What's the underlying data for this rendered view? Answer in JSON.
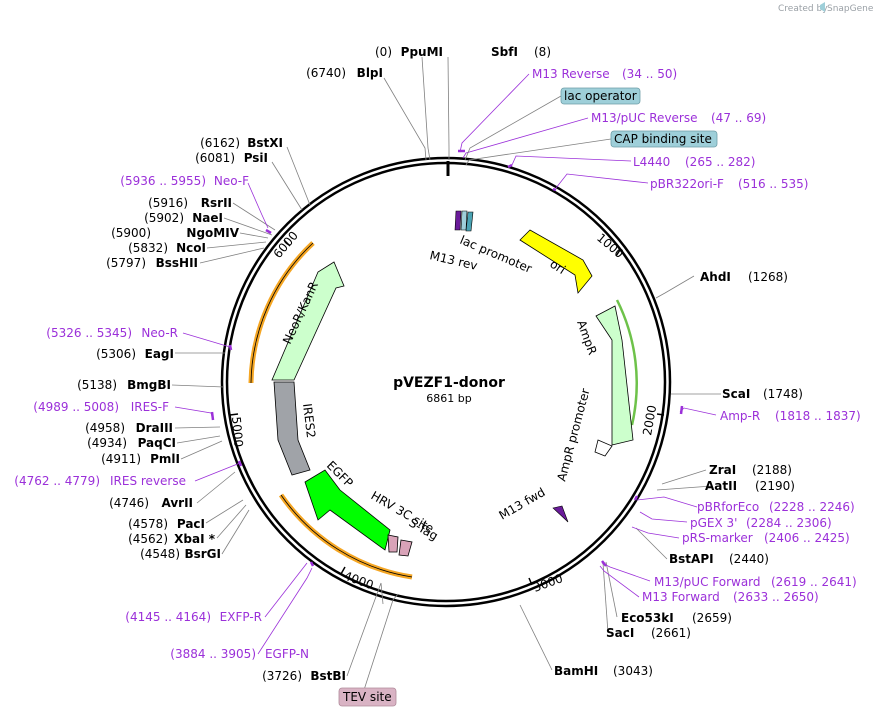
{
  "watermark": "Created by",
  "brand": "SnapGene",
  "plasmid": {
    "name": "pVEZF1-donor",
    "length": "6861 bp",
    "total": 6861
  },
  "colors": {
    "primer": "#9b30d9",
    "backbone": "#000000",
    "feature_box": "#9ecfd9",
    "tev_box": "#d9b3c4",
    "ori": "#ffff00",
    "ampr": "#ccffcc",
    "neo": "#ccffcc",
    "egfp": "#00ff00",
    "ires": "#a0a3a8",
    "orange_arc": "#f5a623"
  },
  "ticks": [
    "1000",
    "2000",
    "3000",
    "4000",
    "5000",
    "6000"
  ],
  "enzymes": [
    {
      "name": "PpuMI",
      "pos": "(0)"
    },
    {
      "name": "SbfI",
      "pos": "(8)"
    },
    {
      "name": "BlpI",
      "pos": "(6740)"
    },
    {
      "name": "BstXI",
      "pos": "(6162)"
    },
    {
      "name": "PsiI",
      "pos": "(6081)"
    },
    {
      "name": "RsrII",
      "pos": "(5916)"
    },
    {
      "name": "NaeI",
      "pos": "(5902)"
    },
    {
      "name": "NgoMIV",
      "pos": "(5900)"
    },
    {
      "name": "NcoI",
      "pos": "(5832)"
    },
    {
      "name": "BssHII",
      "pos": "(5797)"
    },
    {
      "name": "EagI",
      "pos": "(5306)"
    },
    {
      "name": "BmgBI",
      "pos": "(5138)"
    },
    {
      "name": "DraIII",
      "pos": "(4958)"
    },
    {
      "name": "PaqCI",
      "pos": "(4934)"
    },
    {
      "name": "PmlI",
      "pos": "(4911)"
    },
    {
      "name": "AvrII",
      "pos": "(4746)"
    },
    {
      "name": "PacI",
      "pos": "(4578)"
    },
    {
      "name": "XbaI *",
      "pos": "(4562)"
    },
    {
      "name": "BsrGI",
      "pos": "(4548)"
    },
    {
      "name": "BstBI",
      "pos": "(3726)"
    },
    {
      "name": "AhdI",
      "pos": "(1268)"
    },
    {
      "name": "ScaI",
      "pos": "(1748)"
    },
    {
      "name": "ZraI",
      "pos": "(2188)"
    },
    {
      "name": "AatII",
      "pos": "(2190)"
    },
    {
      "name": "BstAPI",
      "pos": "(2440)"
    },
    {
      "name": "Eco53kI",
      "pos": "(2659)"
    },
    {
      "name": "SacI",
      "pos": "(2661)"
    },
    {
      "name": "BamHI",
      "pos": "(3043)"
    }
  ],
  "primers": [
    {
      "name": "M13 Reverse",
      "range": "(34 .. 50)"
    },
    {
      "name": "M13/pUC Reverse",
      "range": "(47 .. 69)"
    },
    {
      "name": "L4440",
      "range": "(265 .. 282)"
    },
    {
      "name": "pBR322ori-F",
      "range": "(516 .. 535)"
    },
    {
      "name": "Amp-R",
      "range": "(1818 .. 1837)"
    },
    {
      "name": "pBRforEco",
      "range": "(2228 .. 2246)"
    },
    {
      "name": "pGEX 3'",
      "range": "(2284 .. 2306)"
    },
    {
      "name": "pRS-marker",
      "range": "(2406 .. 2425)"
    },
    {
      "name": "M13/pUC Forward",
      "range": "(2619 .. 2641)"
    },
    {
      "name": "M13 Forward",
      "range": "(2633 .. 2650)"
    },
    {
      "name": "Neo-F",
      "range": "(5936 .. 5955)"
    },
    {
      "name": "Neo-R",
      "range": "(5326 .. 5345)"
    },
    {
      "name": "IRES-F",
      "range": "(4989 .. 5008)"
    },
    {
      "name": "IRES reverse",
      "range": "(4762 .. 4779)"
    },
    {
      "name": "EXFP-R",
      "range": "(4145 .. 4164)"
    },
    {
      "name": "EGFP-N",
      "range": "(3884 .. 3905)"
    }
  ],
  "boxed_features": [
    "lac operator",
    "CAP binding site",
    "TEV site"
  ],
  "features": [
    "ori",
    "AmpR",
    "AmpR promoter",
    "lac promoter",
    "M13 rev",
    "M13 fwd",
    "NeoR/KanR",
    "IRES2",
    "EGFP",
    "HRV 3C site",
    "S-Tag"
  ]
}
